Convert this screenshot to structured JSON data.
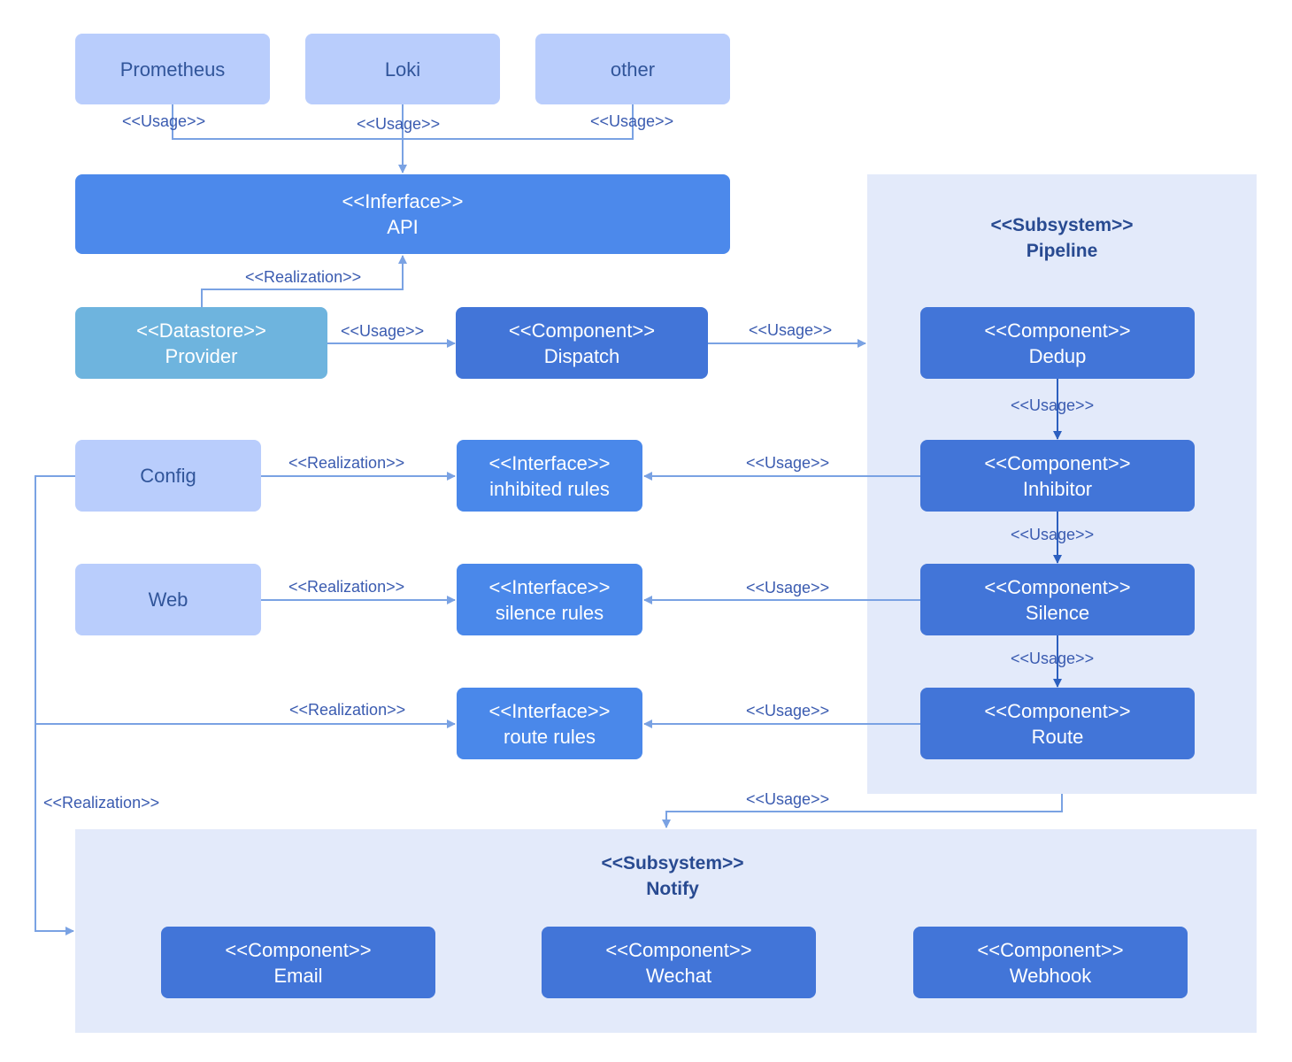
{
  "sources": {
    "prometheus": "Prometheus",
    "loki": "Loki",
    "other": "other"
  },
  "api": {
    "stereotype": "<<Inferface>>",
    "name": "API"
  },
  "provider": {
    "stereotype": "<<Datastore>>",
    "name": "Provider"
  },
  "dispatch": {
    "stereotype": "<<Component>>",
    "name": "Dispatch"
  },
  "config": "Config",
  "web": "Web",
  "interfaces": [
    {
      "stereotype": "<<Interface>>",
      "name": "inhibited rules"
    },
    {
      "stereotype": "<<Interface>>",
      "name": "silence rules"
    },
    {
      "stereotype": "<<Interface>>",
      "name": "route rules"
    }
  ],
  "pipeline": {
    "stereotype": "<<Subsystem>>",
    "name": "Pipeline",
    "components": [
      {
        "stereotype": "<<Component>>",
        "name": "Dedup"
      },
      {
        "stereotype": "<<Component>>",
        "name": "Inhibitor"
      },
      {
        "stereotype": "<<Component>>",
        "name": "Silence"
      },
      {
        "stereotype": "<<Component>>",
        "name": "Route"
      }
    ]
  },
  "notify": {
    "stereotype": "<<Subsystem>>",
    "name": "Notify",
    "components": [
      {
        "stereotype": "<<Component>>",
        "name": "Email"
      },
      {
        "stereotype": "<<Component>>",
        "name": "Wechat"
      },
      {
        "stereotype": "<<Component>>",
        "name": "Webhook"
      }
    ]
  },
  "labels": {
    "usage": "<<Usage>>",
    "realization": "<<Realization>>"
  },
  "colors": {
    "connector": "#7aa2e3",
    "pipeline_connector": "#2c5fbf"
  }
}
